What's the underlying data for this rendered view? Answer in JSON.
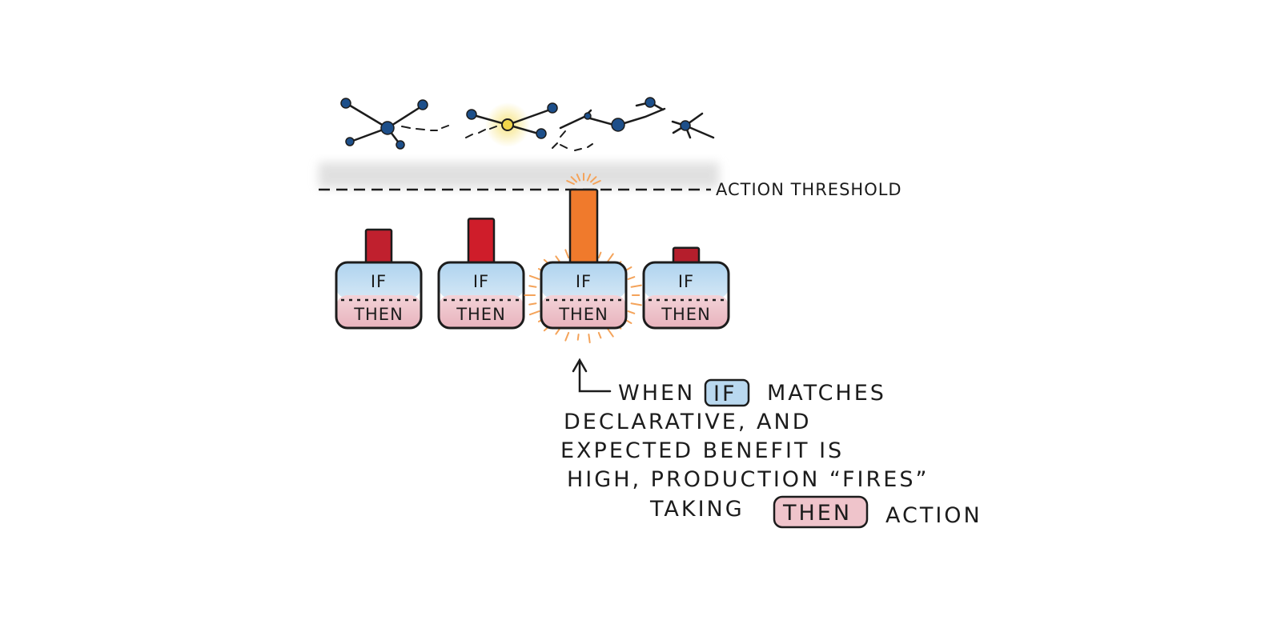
{
  "threshold": {
    "label": "ACTION THRESHOLD"
  },
  "productions": [
    {
      "if_label": "IF",
      "then_label": "THEN",
      "activation": 0.45,
      "bar_color": "#c0202e",
      "fired": false
    },
    {
      "if_label": "IF",
      "then_label": "THEN",
      "activation": 0.6,
      "bar_color": "#cf1d2a",
      "fired": false
    },
    {
      "if_label": "IF",
      "then_label": "THEN",
      "activation": 1.0,
      "bar_color": "#f07a2c",
      "fired": true
    },
    {
      "if_label": "IF",
      "then_label": "THEN",
      "activation": 0.2,
      "bar_color": "#b51e2c",
      "fired": false
    }
  ],
  "annotation": {
    "line1_pre": "WHEN",
    "line1_if": "IF",
    "line1_post": "MATCHES",
    "line2": "DECLARATIVE,  AND",
    "line3": "EXPECTED BENEFIT IS",
    "line4": "HIGH, PRODUCTION “FIRES”",
    "line5_pre": "TAKING",
    "line5_then": "THEN",
    "line5_post": "ACTION"
  },
  "colors": {
    "ink": "#1c1c1c",
    "node": "#1d4f8a",
    "if_fill": "#b9d8ef",
    "then_fill": "#efc4cb",
    "glow": "#f4a35a",
    "highlight": "#f6e27a",
    "cloud": "#d9d9d9"
  }
}
